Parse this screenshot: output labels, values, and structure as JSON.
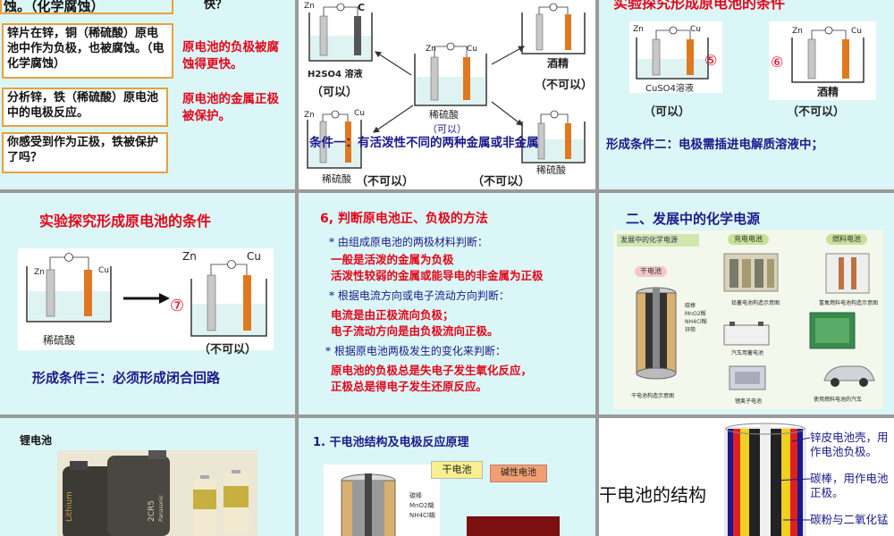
{
  "colors": {
    "slide_bg": "#dbf6f6",
    "red": "#e3061a",
    "navy": "#1a1a8c",
    "zinc": "#c8c8c8",
    "copper": "#e07820",
    "carbon": "#555555",
    "solution": "#ffffff"
  },
  "s1": {
    "top_text": "蚀。（化学腐蚀）",
    "top_right": "快？",
    "box1": "锌片在锌，铜（稀硫酸）原电池中作为负极，也被腐蚀。（电化学腐蚀）",
    "note1": "原电池的负极被腐蚀得更快。",
    "box2": "分析锌，铁（稀硫酸）原电池中的电极反应。",
    "note2": "原电池的金属正极被保护。",
    "box3": "你感受到作为正极，铁被保护了吗？"
  },
  "s2": {
    "zn": "Zn",
    "c": "C",
    "cu": "Cu",
    "h2so4": "H2SO4 溶液",
    "ok1": "（可以）",
    "center_solution": "稀硫酸",
    "center_ok": "（可以）",
    "alcohol": "酒精",
    "notok1": "（不可以）",
    "dilute": "稀硫酸",
    "notok2": "（不可以）",
    "bl_solution": "稀硫酸",
    "notok3": "（不可以）",
    "cond1": "条件一：有活泼性不同的两种金属或非金属"
  },
  "s3": {
    "title": "实验探究形成原电池的条件",
    "zn": "Zn",
    "cu": "Cu",
    "num5": "⑤",
    "num6": "⑥",
    "cuso4": "CuSO4溶液",
    "alcohol": "酒精",
    "ok": "（可以）",
    "notok": "（不可以）",
    "cond2": "形成条件二：电极需插进电解质溶液中；"
  },
  "s4": {
    "title": "实验探究形成原电池的条件",
    "zn": "Zn",
    "cu": "Cu",
    "num7": "⑦",
    "solution": "稀硫酸",
    "notok": "（不可以）",
    "cond3": "形成条件三：必须形成闭合回路"
  },
  "s5": {
    "title": "6, 判断原电池正、负极的方法",
    "b1": "* 由组成原电池的两极材料判断：",
    "b1a": "一般是活泼的金属为负极",
    "b1b": "活泼性较弱的金属或能导电的非金属为正极",
    "b2": "* 根据电流方向或电子流动方向判断：",
    "b2a": "电流是由正极流向负极；",
    "b2b": "电子流动方向是由负极流向正极。",
    "b3": "* 根据原电池两极发生的变化来判断：",
    "b3a": "原电池的负极总是失电子发生氧化反应，",
    "b3b": "正极总是得电子发生还原反应。"
  },
  "s6": {
    "title": "二、发展中的化学电源",
    "poster_title": "发展中的化学电源",
    "tag_rechargeable": "充电电池",
    "tag_fuel": "燃料电池",
    "tag_dry": "干电池",
    "cap_leadacid": "铅蓄电池构造示意图",
    "cap_fuel": "氢氧燃料电池构造示意图",
    "cap_car": "汽车用蓄电池",
    "cap_liion": "锂离子电池",
    "cap_dry": "干电池构造示意图",
    "cap_fuelcar": "使用燃料电池的汽车",
    "parts_dry": [
      "碳棒",
      "MnO2糊",
      "NH4Cl糊",
      "锌筒"
    ]
  },
  "s7": {
    "title": "锂电池",
    "brand": "Panasonic",
    "model": "2CR5",
    "lithium": "Lithium"
  },
  "s8": {
    "title": "1. 干电池结构及电极反应原理",
    "tag_dry": "干电池",
    "tag_alkaline": "碱性电池",
    "parts": [
      "碳棒",
      "MnO2糊",
      "NH4Cl糊"
    ]
  },
  "s9": {
    "title": "干电池的结构",
    "l1": "锌皮电池壳，用作电池负极。",
    "l2": "碳棒，用作电池正极。",
    "l3": "碳粉与二氧化锰"
  }
}
